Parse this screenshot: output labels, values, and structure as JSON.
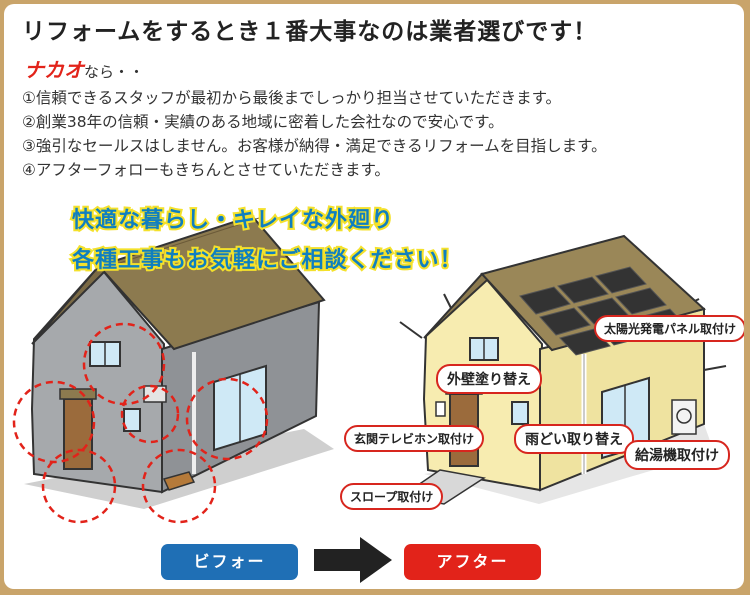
{
  "headline": "リフォームをするとき１番大事なのは業者選びです！",
  "brand": {
    "name": "ナカオ",
    "suffix": "なら・・"
  },
  "points": [
    "①信頼できるスタッフが最初から最後までしっかり担当させていただきます。",
    "②創業38年の信頼・実績のある地域に密着した会社なので安心です。",
    "③強引なセールスはしません。お客様が納得・満足できるリフォームを目指します。",
    "④アフターフォローもきちんとさせていただきます。"
  ],
  "catch": {
    "line1": "快適な暮らし・キレイな外廻り",
    "line2": "各種工事もお気軽にご相談ください！"
  },
  "callouts": {
    "solar": "太陽光発電パネル取付け",
    "wall": "外壁塗り替え",
    "intercom": "玄関テレビホン取付け",
    "gutter": "雨どい取り替え",
    "water_heater": "給湯機取付け",
    "slope": "スロープ取付け"
  },
  "labels": {
    "before": "ビフォー",
    "after": "アフター"
  },
  "colors": {
    "accent_red": "#e2231a",
    "accent_blue": "#1f6fb5",
    "catch_blue": "#0f7fc0",
    "catch_yellow": "#f4e12b",
    "frame": "#c9a46a"
  }
}
